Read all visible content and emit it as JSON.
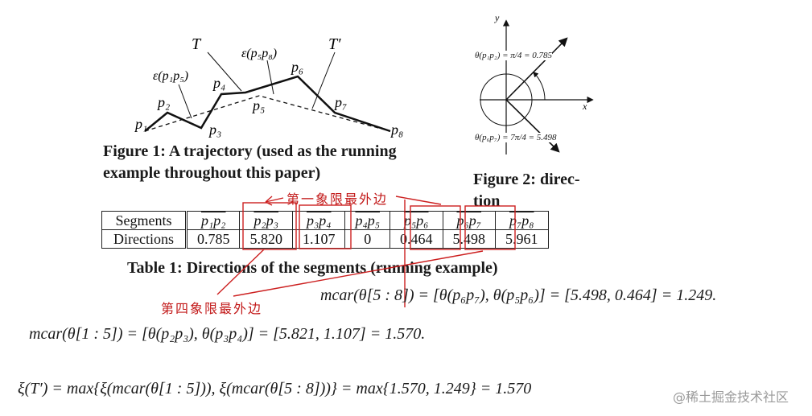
{
  "fig1": {
    "labels": {
      "T": "T",
      "Tp": "T′",
      "eps15": "ε(p₁p₅)",
      "eps58": "ε(p₅p₈)",
      "p1": "p₁",
      "p2": "p₂",
      "p3": "p₃",
      "p4": "p₄",
      "p5": "p₅",
      "p6": "p₆",
      "p7": "p₇",
      "p8": "p₈"
    },
    "caption_line1": "Figure 1:  A trajectory (used as the running",
    "caption_line2": "example throughout this paper)"
  },
  "fig2": {
    "y": "y",
    "x": "x",
    "label_top": "θ(p₁p₂) = π/4 = 0.785",
    "label_bottom": "θ(p₆p₇) = 7π/4 = 5.498",
    "caption_line1": "Figure 2:  direc-",
    "caption_line2": "tion"
  },
  "annotations": {
    "first_quadrant": "第一象限最外边",
    "fourth_quadrant": "第四象限最外边"
  },
  "table": {
    "row_headers": [
      "Segments",
      "Directions"
    ],
    "segments": [
      "p₁p₂",
      "p₂p₃",
      "p₃p₄",
      "p₄p₅",
      "p₅p₆",
      "p₆p₇",
      "p₇p₈"
    ],
    "directions": [
      "0.785",
      "5.820",
      "1.107",
      "0",
      "0.464",
      "5.498",
      "5.961"
    ],
    "caption": "Table 1: Directions of the segments (running example)"
  },
  "equations": {
    "eq1": "mcar(θ[5 : 8]) = [θ(p₆p₇), θ(p₅p₆)] = [5.498, 0.464] =  1.249.",
    "eq2": "mcar(θ[1  :  5])  =  [θ(p₂p₃), θ(p₃p₄)]  =  [5.821, 1.107]  =  1.570.",
    "eq3": "ξ(T′) = max{ξ(mcar(θ[1 : 5])), ξ(mcar(θ[5 : 8]))} = max{1.570, 1.249} = 1.570"
  },
  "watermark": "@稀土掘金技术社区"
}
